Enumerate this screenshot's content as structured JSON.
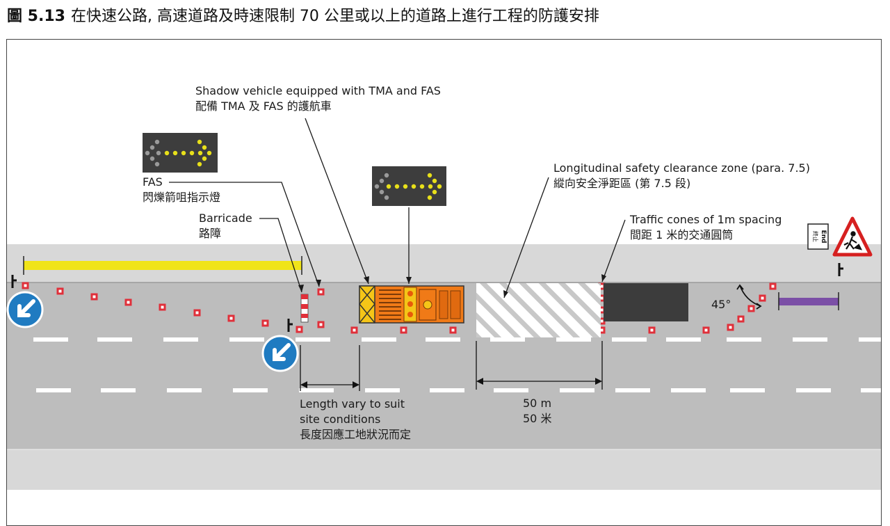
{
  "figure": {
    "number": "圖 5.13",
    "title": "在快速公路, 高速道路及時速限制 70 公里或以上的道路上進行工程的防護安排"
  },
  "labels": {
    "shadow_vehicle": {
      "en": "Shadow vehicle equipped with TMA and FAS",
      "zh": "配備 TMA 及 FAS 的護航車"
    },
    "fas": {
      "en": "FAS",
      "zh": "閃爍箭咀指示燈"
    },
    "barricade": {
      "en": "Barricade",
      "zh": "路障"
    },
    "clearance_zone": {
      "en": "Longitudinal safety clearance zone (para. 7.5)",
      "zh": "縱向安全淨距區 (第 7.5 段)"
    },
    "traffic_cones": {
      "en": "Traffic cones of 1m spacing",
      "zh": "間距 1 米的交通圓筒"
    },
    "length_vary": {
      "en": "Length vary to suit",
      "en2": "site conditions",
      "zh": "長度因應工地狀況而定"
    },
    "distance_50m": {
      "en": "50 m",
      "zh": "50 米"
    },
    "angle": "45°",
    "end_sign": {
      "en": "End",
      "zh": "終止"
    }
  },
  "colors": {
    "verge": "#d8d8d8",
    "carriageway": "#bdbdbd",
    "yellow_bar": "#f0e419",
    "purple_bar": "#7b4fa6",
    "cone": "#e0303a",
    "vehicle_orange": "#f07a17",
    "vehicle_yellow": "#f5c518",
    "work_area": "#3c3c3c",
    "keep_left_sign": "#1f7bc1",
    "fas_panel": "#3d3d3d",
    "fas_light_on": "#e8e01a",
    "fas_light_off": "#9a9a9a",
    "warning_triangle": "#d62020"
  },
  "icons": [
    "keep-left-sign-icon",
    "fas-arrow-panel-icon",
    "men-at-work-sign-icon",
    "end-sign-icon",
    "barricade-icon",
    "traffic-cone-icon",
    "shadow-vehicle-icon"
  ]
}
